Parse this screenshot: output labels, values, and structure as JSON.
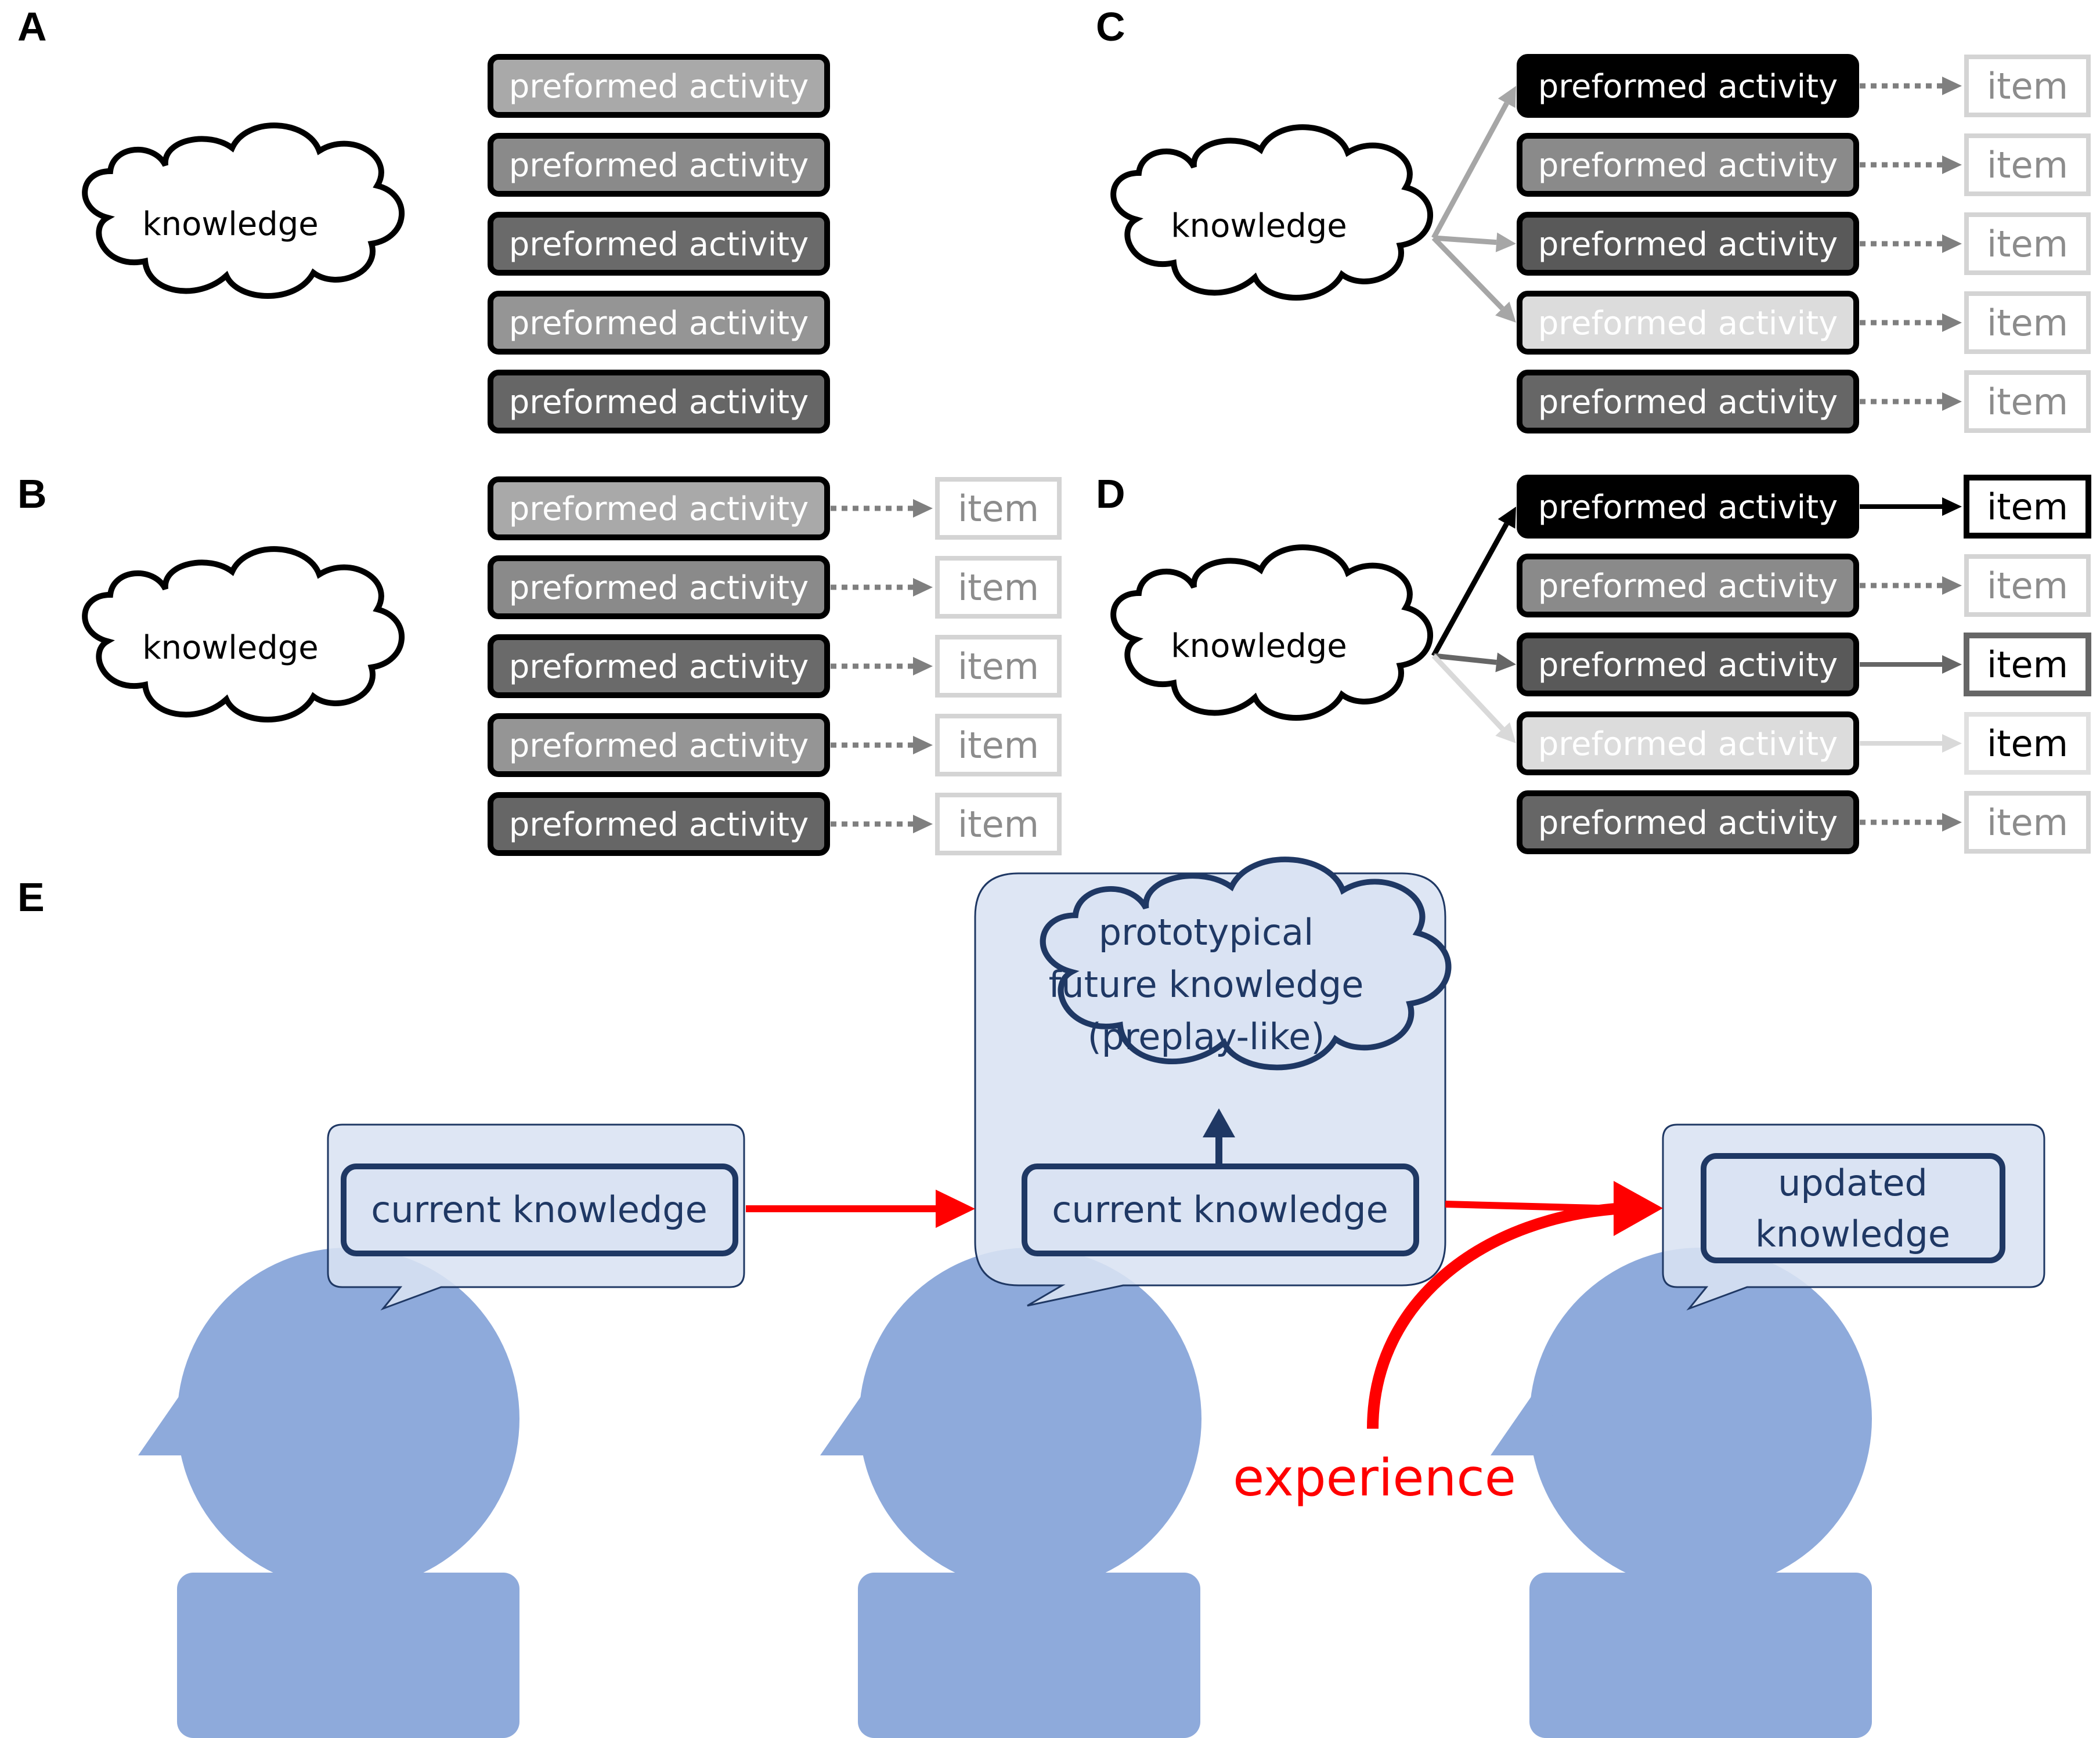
{
  "panels": {
    "A": {
      "label": "A",
      "knowledge": "knowledge",
      "activities": [
        {
          "label": "preformed activity",
          "fill": "#a9a9a9",
          "text_color": "#ffffff"
        },
        {
          "label": "preformed activity",
          "fill": "#8a8a8a",
          "text_color": "#ffffff"
        },
        {
          "label": "preformed activity",
          "fill": "#6a6a6a",
          "text_color": "#ffffff"
        },
        {
          "label": "preformed activity",
          "fill": "#959595",
          "text_color": "#ffffff"
        },
        {
          "label": "preformed activity",
          "fill": "#666666",
          "text_color": "#ffffff"
        }
      ]
    },
    "B": {
      "label": "B",
      "knowledge": "knowledge",
      "activities": [
        {
          "label": "preformed activity",
          "fill": "#a9a9a9",
          "text_color": "#ffffff"
        },
        {
          "label": "preformed activity",
          "fill": "#8a8a8a",
          "text_color": "#ffffff"
        },
        {
          "label": "preformed activity",
          "fill": "#6a6a6a",
          "text_color": "#ffffff"
        },
        {
          "label": "preformed activity",
          "fill": "#959595",
          "text_color": "#ffffff"
        },
        {
          "label": "preformed activity",
          "fill": "#666666",
          "text_color": "#ffffff"
        }
      ],
      "items": [
        {
          "label": "item",
          "border": "#d4d4d4",
          "text_color": "#8c8c8c",
          "arrow": "dotted",
          "arrow_color": "#7f7f7f"
        },
        {
          "label": "item",
          "border": "#d4d4d4",
          "text_color": "#8c8c8c",
          "arrow": "dotted",
          "arrow_color": "#7f7f7f"
        },
        {
          "label": "item",
          "border": "#d4d4d4",
          "text_color": "#8c8c8c",
          "arrow": "dotted",
          "arrow_color": "#7f7f7f"
        },
        {
          "label": "item",
          "border": "#d4d4d4",
          "text_color": "#8c8c8c",
          "arrow": "dotted",
          "arrow_color": "#7f7f7f"
        },
        {
          "label": "item",
          "border": "#d4d4d4",
          "text_color": "#8c8c8c",
          "arrow": "dotted",
          "arrow_color": "#7f7f7f"
        }
      ]
    },
    "C": {
      "label": "C",
      "knowledge": "knowledge",
      "activities": [
        {
          "label": "preformed activity",
          "fill": "#000000",
          "text_color": "#ffffff"
        },
        {
          "label": "preformed activity",
          "fill": "#8a8a8a",
          "text_color": "#ffffff"
        },
        {
          "label": "preformed activity",
          "fill": "#595959",
          "text_color": "#ffffff"
        },
        {
          "label": "preformed activity",
          "fill": "#dcdcdc",
          "text_color": "#ffffff"
        },
        {
          "label": "preformed activity",
          "fill": "#666666",
          "text_color": "#ffffff"
        }
      ],
      "links": [
        {
          "to": 0,
          "color": "#a6a6a6"
        },
        {
          "to": 2,
          "color": "#a6a6a6"
        },
        {
          "to": 3,
          "color": "#a6a6a6"
        }
      ],
      "items": [
        {
          "label": "item",
          "border": "#d4d4d4",
          "text_color": "#8c8c8c",
          "arrow": "dotted",
          "arrow_color": "#7f7f7f"
        },
        {
          "label": "item",
          "border": "#d4d4d4",
          "text_color": "#8c8c8c",
          "arrow": "dotted",
          "arrow_color": "#7f7f7f"
        },
        {
          "label": "item",
          "border": "#d4d4d4",
          "text_color": "#8c8c8c",
          "arrow": "dotted",
          "arrow_color": "#7f7f7f"
        },
        {
          "label": "item",
          "border": "#d4d4d4",
          "text_color": "#8c8c8c",
          "arrow": "dotted",
          "arrow_color": "#7f7f7f"
        },
        {
          "label": "item",
          "border": "#d4d4d4",
          "text_color": "#8c8c8c",
          "arrow": "dotted",
          "arrow_color": "#7f7f7f"
        }
      ]
    },
    "D": {
      "label": "D",
      "knowledge": "knowledge",
      "activities": [
        {
          "label": "preformed activity",
          "fill": "#000000",
          "text_color": "#ffffff"
        },
        {
          "label": "preformed activity",
          "fill": "#8a8a8a",
          "text_color": "#ffffff"
        },
        {
          "label": "preformed activity",
          "fill": "#595959",
          "text_color": "#ffffff"
        },
        {
          "label": "preformed activity",
          "fill": "#dcdcdc",
          "text_color": "#ffffff"
        },
        {
          "label": "preformed activity",
          "fill": "#666666",
          "text_color": "#ffffff"
        }
      ],
      "links": [
        {
          "to": 0,
          "color": "#000000"
        },
        {
          "to": 2,
          "color": "#666666"
        },
        {
          "to": 3,
          "color": "#d9d9d9"
        }
      ],
      "items": [
        {
          "label": "item",
          "border": "#000000",
          "text_color": "#000000",
          "arrow": "solid",
          "arrow_color": "#000000"
        },
        {
          "label": "item",
          "border": "#d4d4d4",
          "text_color": "#8c8c8c",
          "arrow": "dotted",
          "arrow_color": "#7f7f7f"
        },
        {
          "label": "item",
          "border": "#666666",
          "text_color": "#000000",
          "arrow": "solid",
          "arrow_color": "#666666"
        },
        {
          "label": "item",
          "border": "#e0e0e0",
          "text_color": "#000000",
          "arrow": "solid",
          "arrow_color": "#d9d9d9"
        },
        {
          "label": "item",
          "border": "#d4d4d4",
          "text_color": "#8c8c8c",
          "arrow": "dotted",
          "arrow_color": "#7f7f7f"
        }
      ]
    },
    "E": {
      "label": "E",
      "stage1": {
        "knowledge": "current knowledge"
      },
      "stage2": {
        "knowledge": "current knowledge",
        "cloud_lines": [
          "prototypical",
          "future knowledge",
          "(preplay-like)"
        ]
      },
      "stage3": {
        "knowledge_lines": [
          "updated",
          "knowledge"
        ]
      },
      "experience": "experience",
      "colors": {
        "head": "#8eaadb",
        "bubble": "#dae3f3",
        "box_border": "#1f3864",
        "arrow": "#ff0000"
      }
    }
  }
}
